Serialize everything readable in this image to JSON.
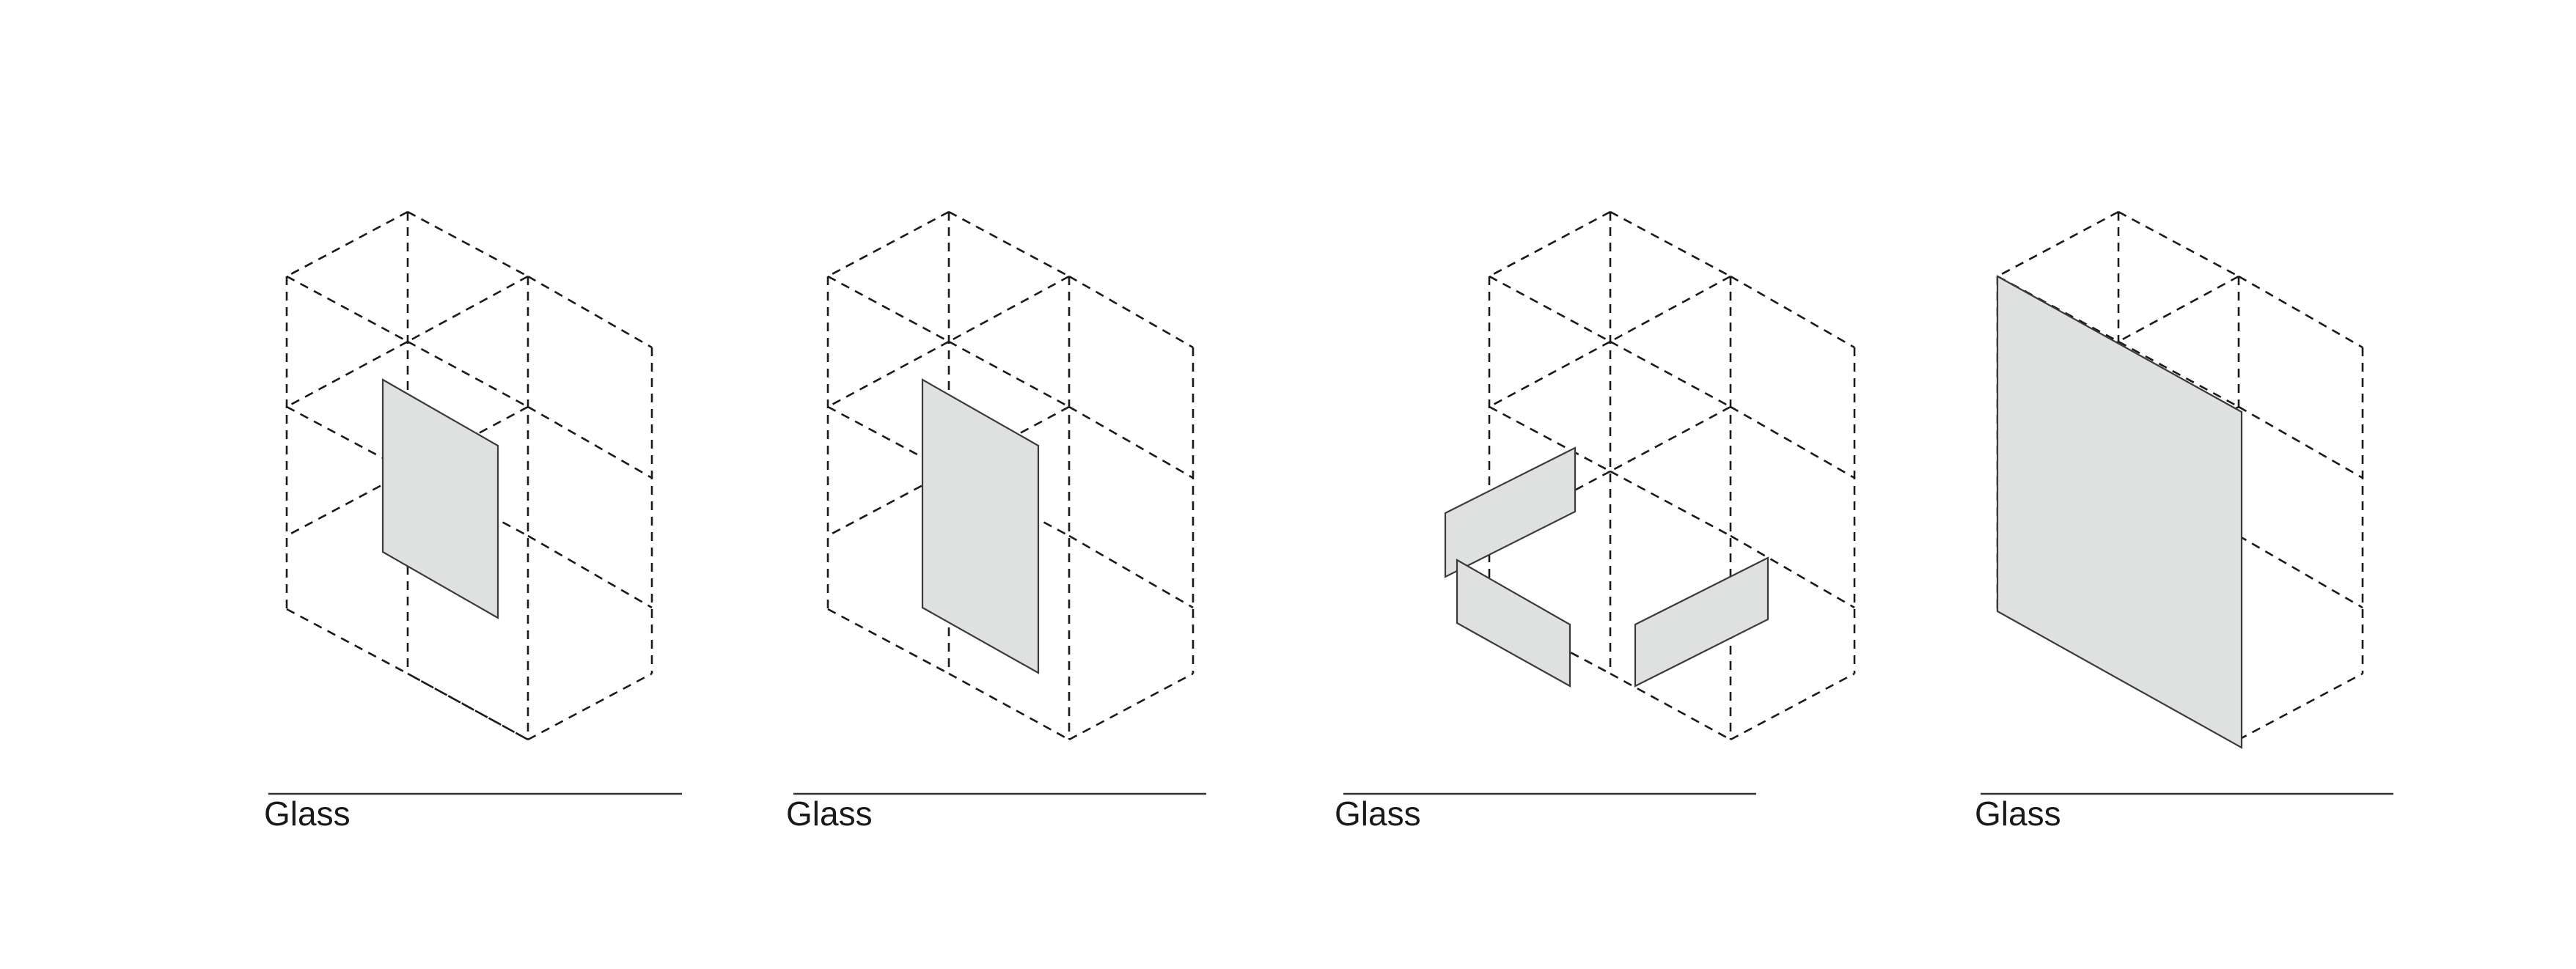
{
  "diagrams": [
    {
      "label": "Glass"
    },
    {
      "label": "Glass"
    },
    {
      "label": "Glass"
    },
    {
      "label": "Glass"
    }
  ],
  "colors": {
    "background": "#ffffff",
    "glass_fill": "#dfe1e1",
    "line": "#1a1a1a"
  }
}
